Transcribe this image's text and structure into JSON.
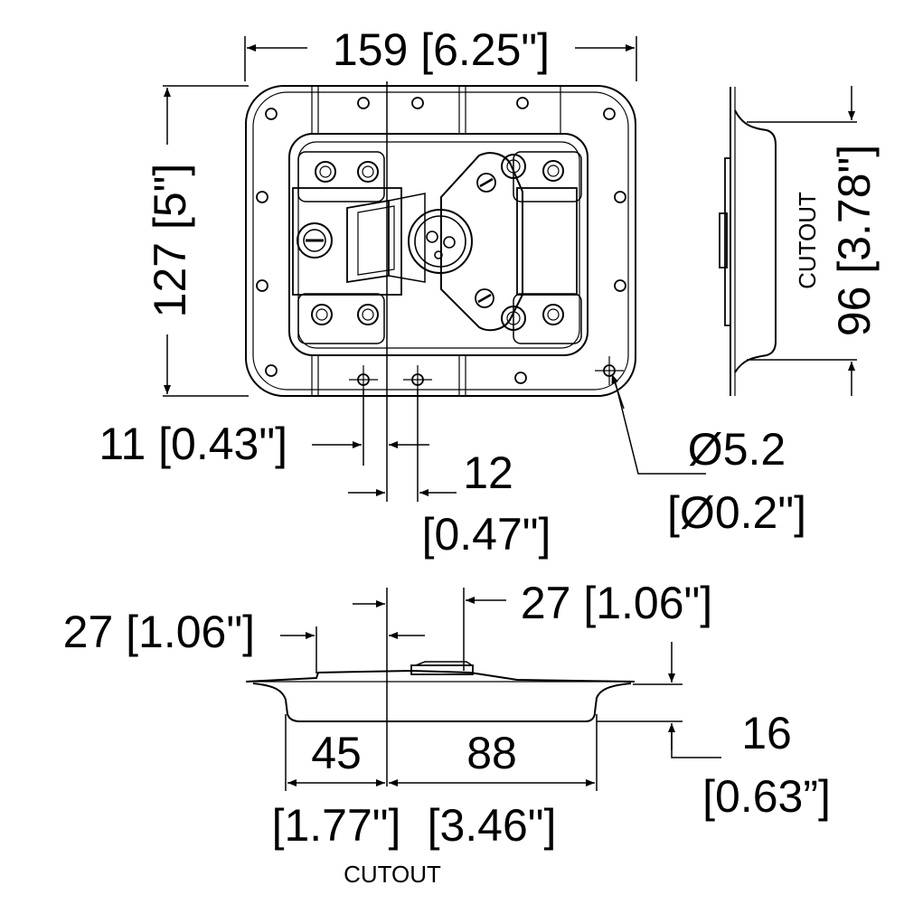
{
  "dimensions": {
    "width": "159 [6.25\"]",
    "height": "127 [5\"]",
    "cutout_height": "96 [3.78\"]",
    "cutout_height_label": "CUTOUT",
    "offset_11": "11 [0.43\"]",
    "offset_12_value": "12",
    "offset_12_inch": "[0.47\"]",
    "hole_dia_value": "Ø5.2",
    "hole_dia_inch": "[Ø0.2\"]",
    "left_27": "27 [1.06\"]",
    "right_27": "27 [1.06\"]",
    "depth_value": "16",
    "depth_inch": "[0.63”]",
    "cutout_left_value": "45",
    "cutout_left_inch": "[1.77\"]",
    "cutout_right_value": "88",
    "cutout_right_inch": "[3.46\"]",
    "cutout_bottom_label": "CUTOUT"
  }
}
